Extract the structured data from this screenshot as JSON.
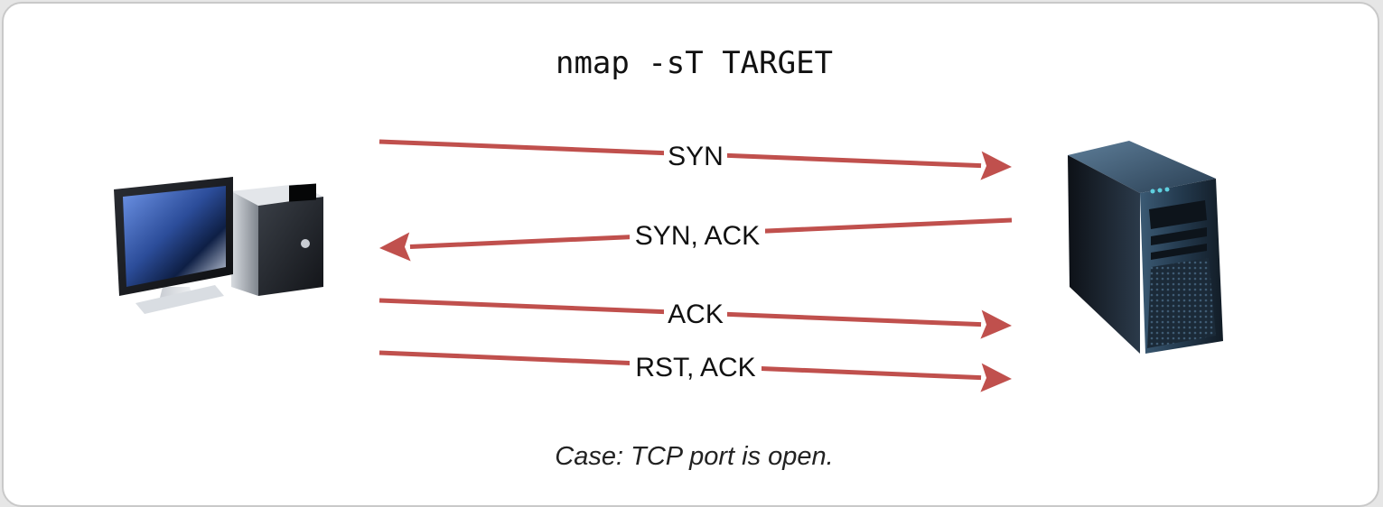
{
  "diagram": {
    "command": "nmap -sT TARGET",
    "caption": "Case: TCP port is open.",
    "arrow_color": "#c0504d",
    "client_icon": "desktop-computer-icon",
    "server_icon": "tower-server-icon",
    "messages": [
      {
        "label": "SYN",
        "direction": "client-to-server"
      },
      {
        "label": "SYN, ACK",
        "direction": "server-to-client"
      },
      {
        "label": "ACK",
        "direction": "client-to-server"
      },
      {
        "label": "RST, ACK",
        "direction": "client-to-server"
      }
    ]
  }
}
